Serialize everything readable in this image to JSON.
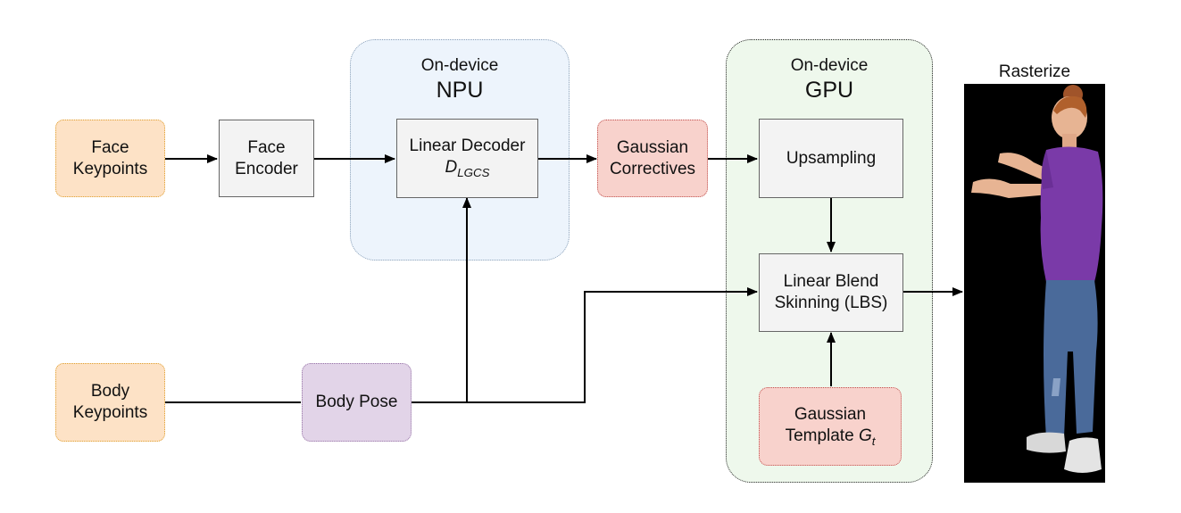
{
  "regions": {
    "npu": {
      "small": "On-device",
      "big": "NPU"
    },
    "gpu": {
      "small": "On-device",
      "big": "GPU"
    }
  },
  "nodes": {
    "face_keypoints": {
      "line1": "Face",
      "line2": "Keypoints"
    },
    "face_encoder": {
      "line1": "Face",
      "line2": "Encoder"
    },
    "linear_decoder": {
      "line1": "Linear Decoder",
      "symbol": "D",
      "subscript": "LGCS"
    },
    "gaussian_correctives": {
      "line1": "Gaussian",
      "line2": "Correctives"
    },
    "upsampling": {
      "label": "Upsampling"
    },
    "lbs": {
      "line1": "Linear Blend",
      "line2": "Skinning (LBS)"
    },
    "gaussian_template": {
      "line1": "Gaussian",
      "line2_text": "Template ",
      "symbol": "G",
      "subscript": "t"
    },
    "body_keypoints": {
      "line1": "Body",
      "line2": "Keypoints"
    },
    "body_pose": {
      "label": "Body Pose"
    }
  },
  "rasterize": {
    "label": "Rasterize"
  },
  "colors": {
    "input_fill": "#fde2c6",
    "process_fill": "#f3f3f3",
    "gaussian_fill": "#f8d2cc",
    "pose_fill": "#e2d4e8",
    "npu_region": "#edf4fc",
    "gpu_region": "#eef8ec"
  }
}
